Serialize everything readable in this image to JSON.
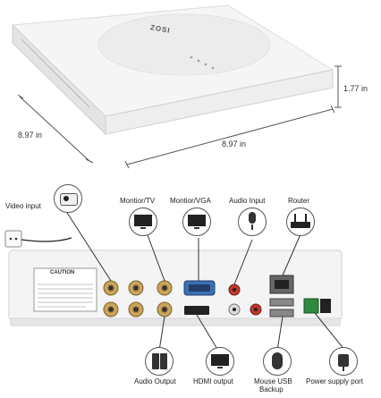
{
  "product": {
    "brand": "ZOSI"
  },
  "dimensions": {
    "depth": "8.97 in",
    "width": "8.97 in",
    "height": "1.77 in"
  },
  "rear_panel": {
    "caution_title": "CAUTION"
  },
  "connections": {
    "video_input": "Video input",
    "monitor_tv": "Montior/TV",
    "monitor_vga": "Montior/VGA",
    "audio_input": "Audio Input",
    "router": "Router",
    "audio_output": "Audio Output",
    "hdmi_output": "HDMI output",
    "mouse_usb_line1": "Mouse USB",
    "mouse_usb_line2": "Backup",
    "power_supply": "Power supply port"
  },
  "icons": [
    "camera-icon",
    "power-outlet-icon",
    "tv-monitor-icon",
    "vga-monitor-icon",
    "microphone-icon",
    "router-icon",
    "speaker-icon",
    "hdmi-monitor-icon",
    "mouse-icon",
    "power-adapter-icon"
  ],
  "colors": {
    "device_body": "#f3f3f3",
    "device_edge": "#d6d6d6",
    "dim_line": "#555555",
    "port_gold": "#c9a45a",
    "port_red": "#c0392b",
    "vga_blue": "#3b6fb5"
  }
}
